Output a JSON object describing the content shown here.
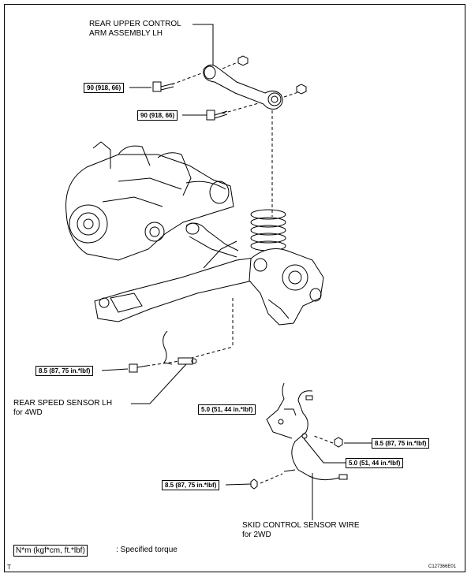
{
  "labels": {
    "upper_arm_line1": "REAR UPPER CONTROL",
    "upper_arm_line2": "ARM ASSEMBLY LH",
    "speed_sensor_line1": "REAR SPEED SENSOR LH",
    "speed_sensor_line2": "for 4WD",
    "skid_wire_line1": "SKID CONTROL SENSOR WIRE",
    "skid_wire_line2": "for 2WD"
  },
  "torques": {
    "upper_bolt_1": "90 (918, 66)",
    "upper_bolt_2": "90 (918, 66)",
    "speed_sensor_bolt": "8.5 (87, 75 in.*lbf)",
    "wire_clamp_upper": "5.0 (51, 44 in.*lbf)",
    "wire_bolt_right": "8.5 (87, 75 in.*lbf)",
    "wire_clamp_lower": "5.0 (51, 44 in.*lbf)",
    "wire_bolt_lower": "8.5 (87, 75 in.*lbf)"
  },
  "legend": {
    "unit_box": "N*m (kgf*cm, ft.*lbf)",
    "description": ": Specified torque"
  },
  "corner": {
    "left_mark": "T",
    "figure_code": "C127366E01"
  }
}
